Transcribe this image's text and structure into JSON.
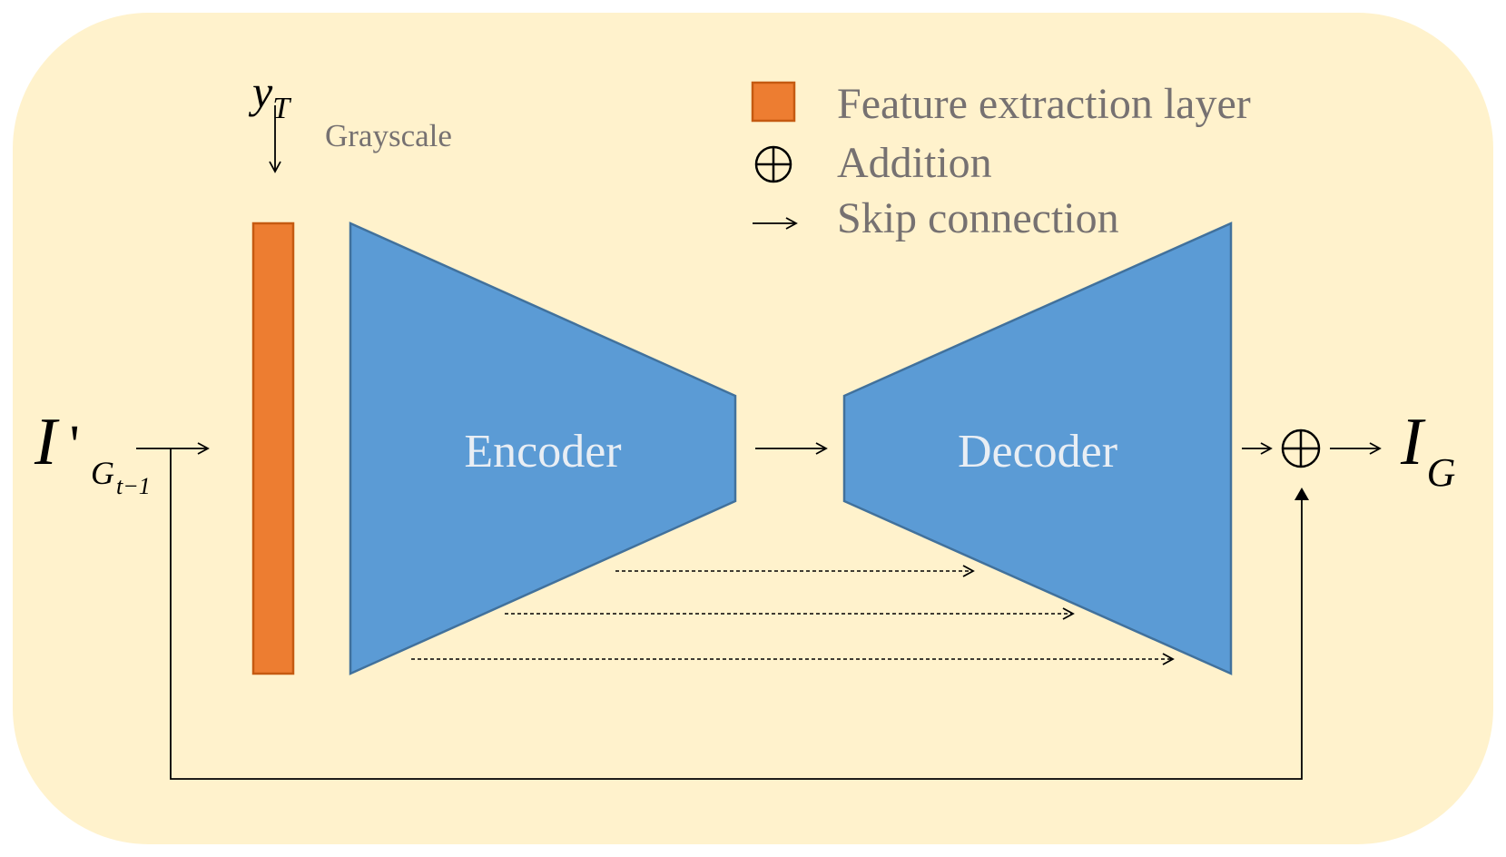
{
  "colors": {
    "background": "#fff2cc",
    "feature_layer": "#ed7d31",
    "feature_layer_border": "#c55a11",
    "coder": "#5b9bd5",
    "coder_border": "#41719c",
    "legend_text": "#767171",
    "block_text": "#e9eef4"
  },
  "inputs": {
    "guide_symbol": "y",
    "guide_subscript": "T",
    "guide_label": "Grayscale",
    "image_symbol": "I",
    "image_prime": "'",
    "image_subscript": "G",
    "image_sub_subscript": "t−1"
  },
  "blocks": {
    "encoder_label": "Encoder",
    "decoder_label": "Decoder"
  },
  "output": {
    "symbol": "I",
    "subscript": "G"
  },
  "addition_symbol": "⊕",
  "legend": {
    "feature_label": "Feature extraction layer",
    "addition_label": "Addition",
    "skip_label": "Skip connection",
    "addition_icon": "circled-plus-icon",
    "skip_icon": "arrow-right-icon",
    "feature_icon": "orange-square-icon"
  }
}
